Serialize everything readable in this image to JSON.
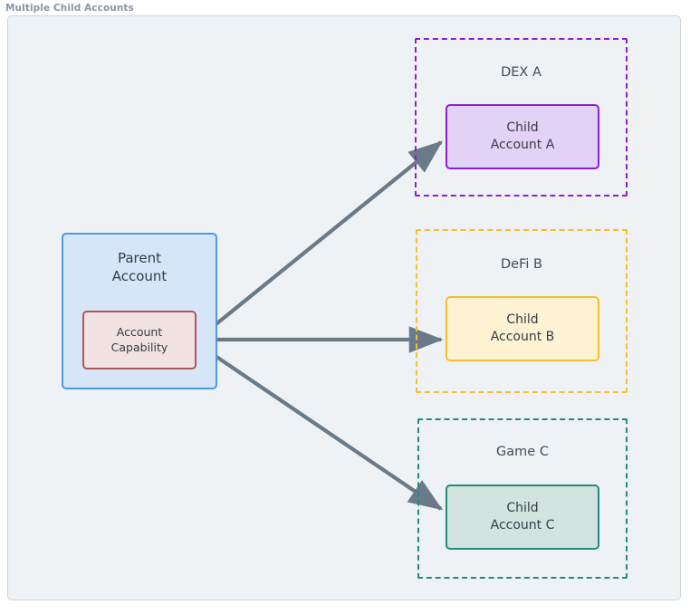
{
  "frame": {
    "title": "Multiple Child Accounts"
  },
  "colors": {
    "canvas_background": "#eff2f5",
    "canvas_border": "#ccd5de",
    "frame_title": "#8795a5",
    "text": "#333d47",
    "cluster_label": "#3f4c5a",
    "edge": "#6b7a88",
    "parent_fill": "#d6e5f8",
    "parent_border": "#4a9ae8",
    "capability_fill": "#f2e2e2",
    "capability_border": "#b05656",
    "dex_accent": "#8b1fd4",
    "dex_fill": "#e2d2f5",
    "defi_accent": "#f5bf2e",
    "defi_fill": "#fdf2d1",
    "game_accent": "#218c77",
    "game_fill": "#d3e3df"
  },
  "nodes": {
    "parent_account": {
      "line1": "Parent",
      "line2": "Account"
    },
    "account_capability": {
      "line1": "Account",
      "line2": "Capability"
    },
    "child_a": {
      "line1": "Child",
      "line2": "Account A"
    },
    "child_b": {
      "line1": "Child",
      "line2": "Account B"
    },
    "child_c": {
      "line1": "Child",
      "line2": "Account C"
    }
  },
  "clusters": {
    "dex": {
      "label": "DEX A"
    },
    "defi": {
      "label": "DeFi B"
    },
    "game": {
      "label": "Game C"
    }
  },
  "edges": [
    {
      "name": "capability-to-child-a",
      "from": "account_capability",
      "to": "child_a",
      "style": "solid-arrow"
    },
    {
      "name": "capability-to-child-b",
      "from": "account_capability",
      "to": "child_b",
      "style": "solid-arrow"
    },
    {
      "name": "capability-to-child-c",
      "from": "account_capability",
      "to": "child_c",
      "style": "solid-arrow"
    }
  ]
}
